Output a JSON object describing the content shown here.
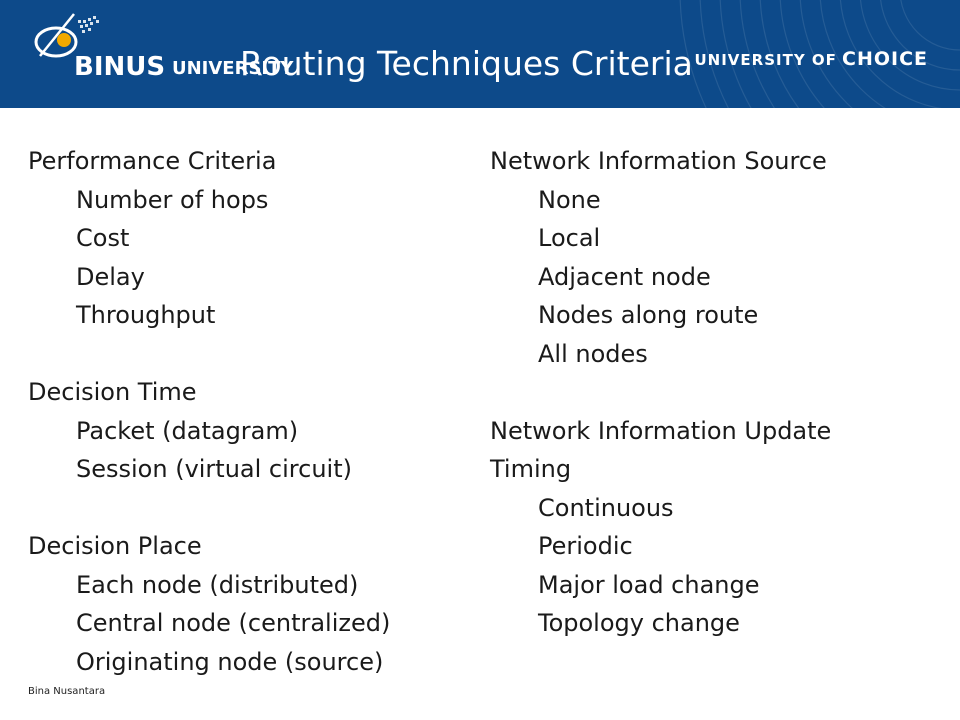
{
  "header": {
    "logo_word": "BINUS",
    "logo_sub": "UNIVERSITY",
    "tagline_small": "UNIVERSITY OF",
    "tagline_big": "CHOICE",
    "colors": {
      "band": "#0d4a8a",
      "text": "#ffffff",
      "emblem_accent": "#f2a900"
    }
  },
  "title": "Routing Techniques Criteria",
  "left": {
    "performance": {
      "heading": "Performance Criteria",
      "items": [
        "Number of hops",
        "Cost",
        "Delay",
        "Throughput"
      ]
    },
    "decision_time": {
      "heading": "Decision Time",
      "items": [
        "Packet (datagram)",
        "Session (virtual circuit)"
      ]
    },
    "decision_place": {
      "heading": "Decision Place",
      "items": [
        "Each node (distributed)",
        "Central node (centralized)",
        "Originating node (source)"
      ]
    }
  },
  "right": {
    "info_source": {
      "heading": "Network Information Source",
      "items": [
        "None",
        "Local",
        "Adjacent node",
        "Nodes along route",
        "All nodes"
      ]
    },
    "info_update": {
      "heading_line1": "Network Information Update",
      "heading_line2": "Timing",
      "items": [
        "Continuous",
        "Periodic",
        "Major load change",
        "Topology change"
      ]
    }
  },
  "footer": "Bina Nusantara"
}
